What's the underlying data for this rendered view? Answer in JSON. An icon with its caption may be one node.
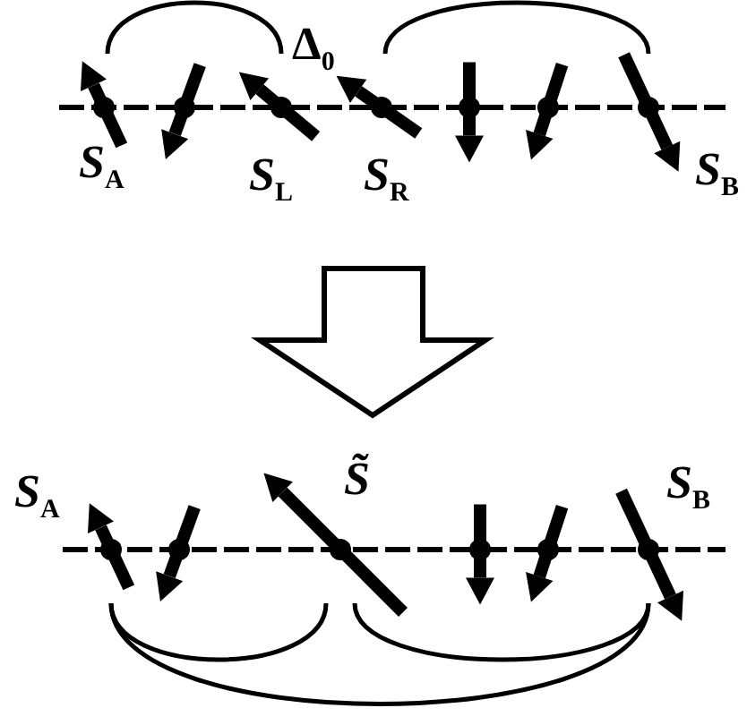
{
  "diagram": {
    "nodes": [
      {
        "text": [
          "*S*$_{A}$"
        ]
      },
      {
        "text": [],
        "shape": "arrow"
      },
      {
        "text": [
          "*S*$_{L}$"
        ]
      },
      {
        "text": [
          "*S*$_{R}$"
        ]
      },
      {
        "text": [],
        "shape": "arrow"
      },
      {
        "text": [],
        "shape": "arrow"
      },
      {
        "text": [
          "*S*$_{B}$"
        ]
      },
      {
        "text": [
          "*S*$_{A}$"
        ]
      },
      {
        "text": [],
        "shape": "arrow"
      },
      {
        "text": [
          "*S̃*"
        ]
      },
      {
        "text": [],
        "shape": "arrow"
      },
      {
        "text": [],
        "shape": "arrow"
      },
      {
        "text": [
          "*S*$_{B}$"
        ]
      }
    ],
    "edges": [
      {
        "from": 0,
        "to": 2,
        "arrow": "none"
      },
      {
        "from": 3,
        "to": 6,
        "arrow": "none"
      },
      {
        "from": 7,
        "to": 9,
        "arrow": "none"
      },
      {
        "from": 9,
        "to": 12,
        "arrow": "none"
      },
      {
        "from": 7,
        "to": 12,
        "arrow": "none"
      }
    ],
    "labels": [
      "Δ$_{0}$"
    ]
  }
}
